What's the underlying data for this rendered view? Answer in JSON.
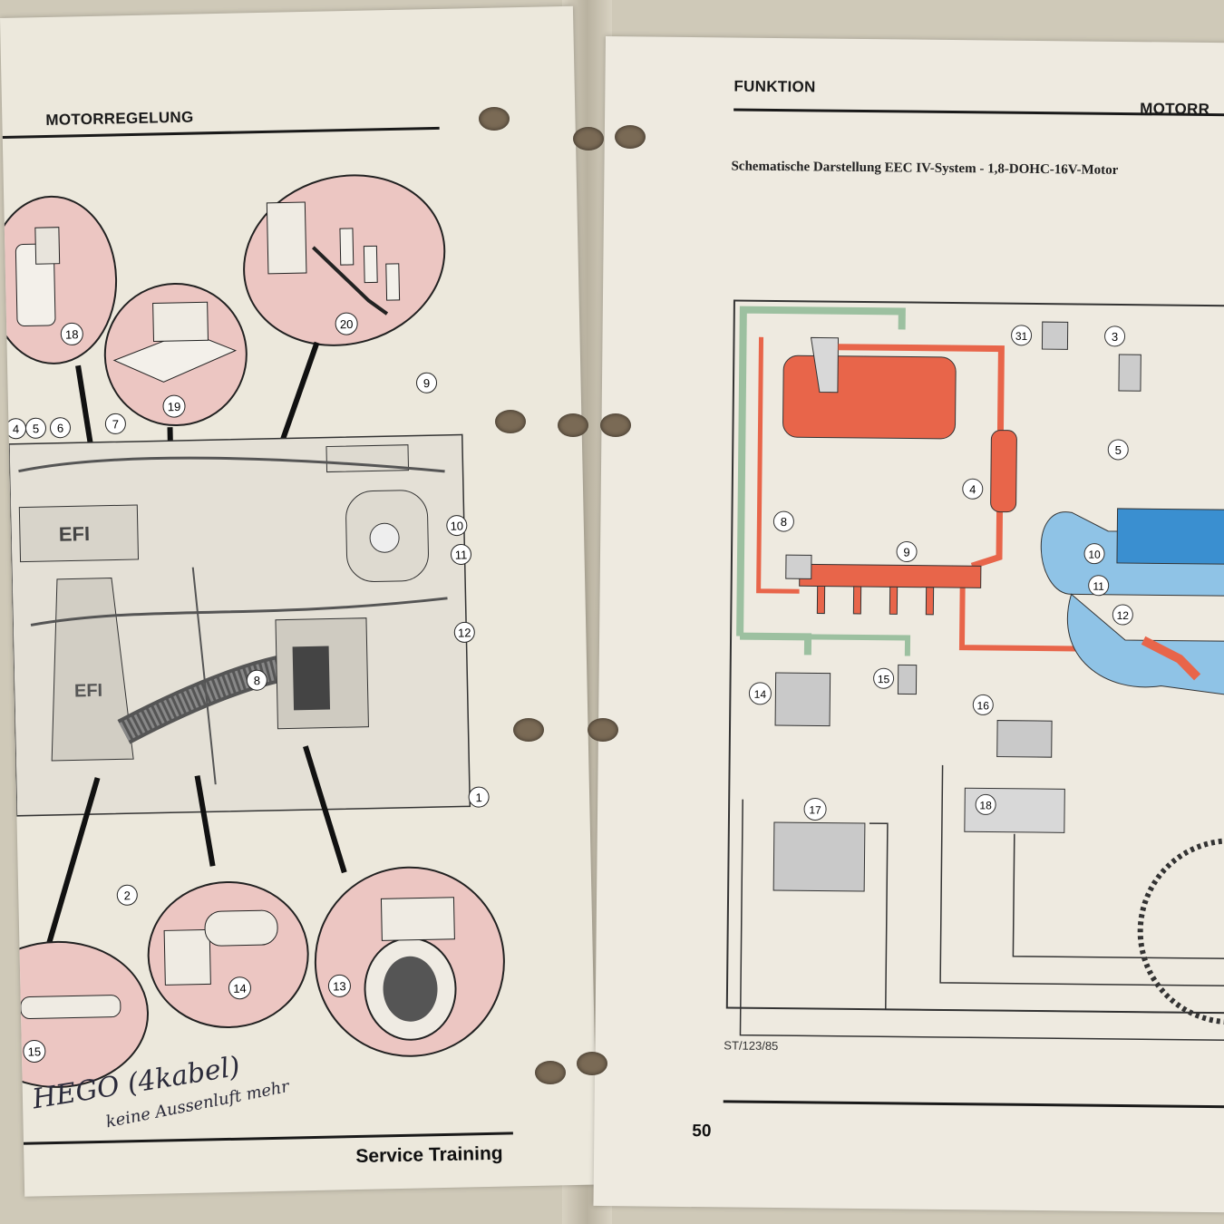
{
  "left_page": {
    "header": "MOTORREGELUNG",
    "footer": "Service Training",
    "callouts": [
      "2",
      "4",
      "5",
      "6",
      "7",
      "8",
      "9",
      "10",
      "11",
      "12",
      "1"
    ],
    "inset_labels": [
      "18",
      "19",
      "20",
      "15",
      "14",
      "13"
    ],
    "engine_badges": [
      "EFI",
      "EFI"
    ],
    "handwritten_note": {
      "line1": "HEGO (4kabel)",
      "line2": "keine Aussenluft mehr"
    }
  },
  "right_page": {
    "header_left": "FUNKTION",
    "header_right": "MOTORR",
    "figure_title": "Schematische Darstellung EEC IV-System - 1,8-DOHC-16V-Motor",
    "reference": "ST/123/85",
    "page_number": "50",
    "schematic_labels": [
      "31",
      "3",
      "4",
      "5",
      "8",
      "9",
      "10",
      "11",
      "12",
      "14",
      "15",
      "16",
      "17",
      "18"
    ]
  },
  "colors": {
    "paper": "#ece8dc",
    "pink_inset": "#ecc6c2",
    "fuel_red": "#e8654a",
    "intake_blue": "#8fc3e6",
    "intake_dark_blue": "#3a8fd0",
    "vacuum_green": "#9cc0a0",
    "component_gray": "#c9c9c9"
  }
}
